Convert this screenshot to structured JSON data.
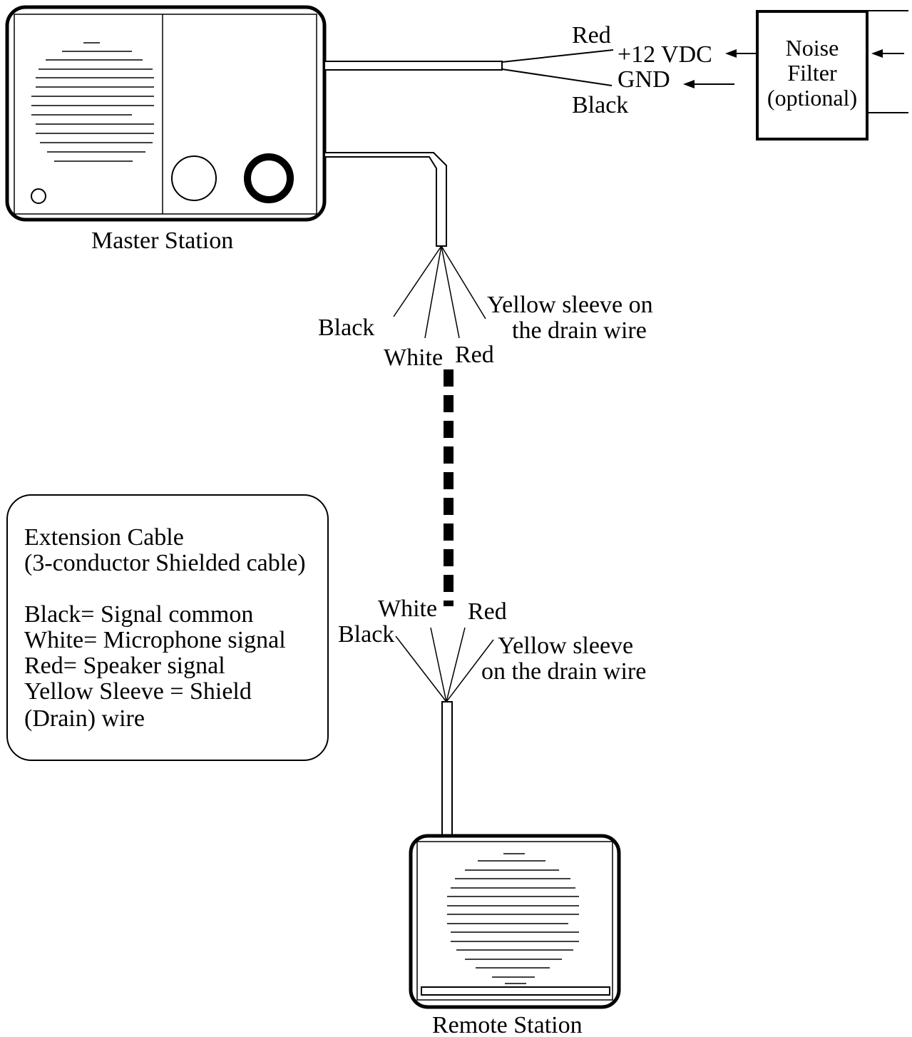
{
  "master_station": {
    "caption": "Master Station"
  },
  "remote_station": {
    "caption": "Remote Station"
  },
  "power": {
    "red_label": "Red",
    "vdc_label": "+12 VDC",
    "gnd_label": "GND",
    "black_label": "Black"
  },
  "noise_filter": {
    "line1": "Noise",
    "line2": "Filter",
    "line3": "(optional)"
  },
  "master_wires": {
    "black": "Black",
    "white": "White",
    "red": "Red",
    "yellow_line1": "Yellow sleeve on",
    "yellow_line2": "the drain wire"
  },
  "remote_wires": {
    "white": "White",
    "red": "Red",
    "black": "Black",
    "yellow_line1": "Yellow sleeve",
    "yellow_line2": "on the drain wire"
  },
  "legend": {
    "title_line1": "Extension Cable",
    "title_line2": "(3-conductor Shielded cable)",
    "line1": "Black= Signal common",
    "line2": "White= Microphone signal",
    "line3": "Red= Speaker signal",
    "line4": "Yellow Sleeve = Shield",
    "line5": "(Drain) wire"
  }
}
